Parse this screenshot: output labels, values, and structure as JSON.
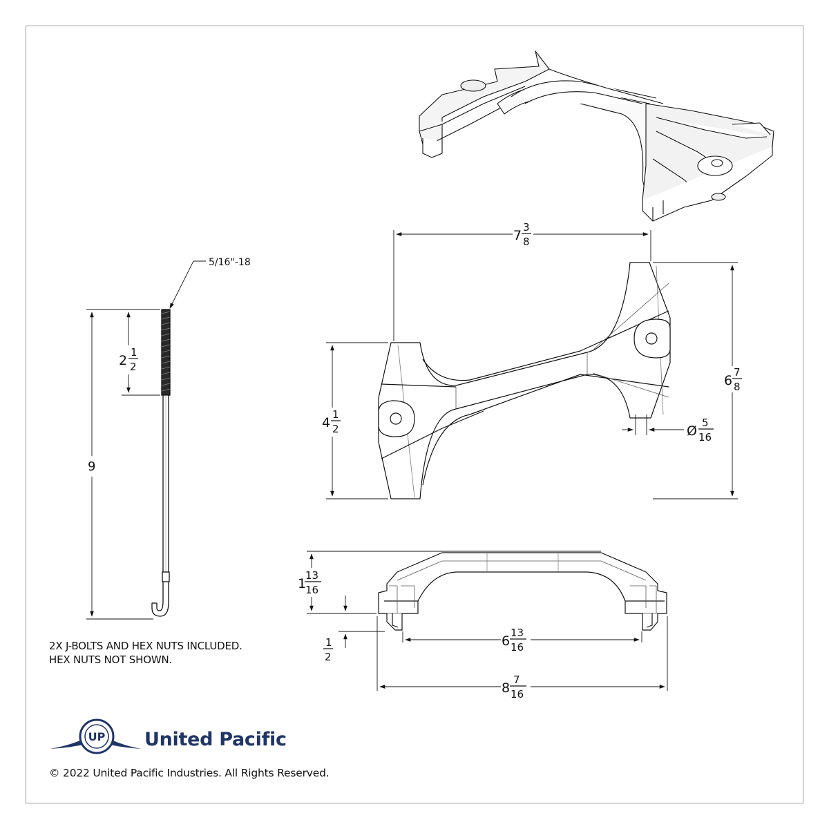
{
  "dimensions": {
    "thread": "5/16\"-18",
    "jbolt_length": "9",
    "thread_length_whole": "2",
    "thread_length_num": "1",
    "thread_length_den": "2",
    "top_width_whole": "7",
    "top_width_num": "3",
    "top_width_den": "8",
    "right_height_whole": "6",
    "right_height_num": "7",
    "right_height_den": "8",
    "left_height_whole": "4",
    "left_height_num": "1",
    "left_height_den": "2",
    "hole_diameter_prefix": "Ø",
    "hole_diameter_num": "5",
    "hole_diameter_den": "16",
    "side_height_whole": "1",
    "side_height_num": "13",
    "side_height_den": "16",
    "foot_height_num": "1",
    "foot_height_den": "2",
    "inner_width_whole": "6",
    "inner_width_num": "13",
    "inner_width_den": "16",
    "overall_width_whole": "8",
    "overall_width_num": "7",
    "overall_width_den": "16"
  },
  "notes": {
    "line1": "2X J-BOLTS AND HEX NUTS INCLUDED.",
    "line2": "HEX NUTS NOT SHOWN."
  },
  "brand": {
    "name": "United Pacific",
    "logo_letters": "UP",
    "color": "#1f3566"
  },
  "footer": {
    "copyright": "© 2022 United Pacific Industries. All Rights Reserved."
  }
}
